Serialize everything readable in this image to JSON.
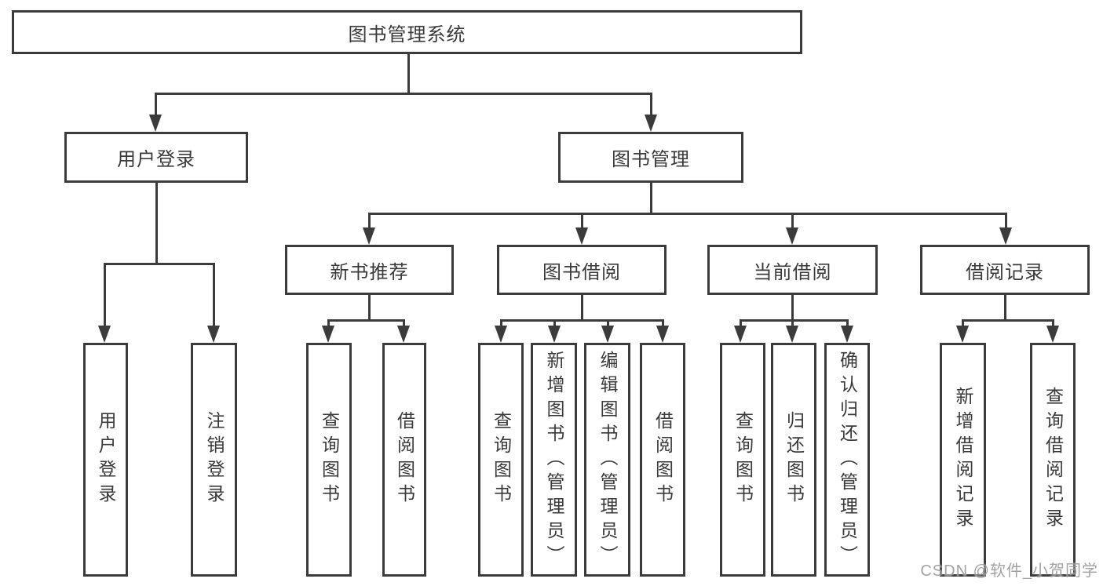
{
  "colors": {
    "stroke": "#3b3b3b",
    "text": "#3a3a3a",
    "watermark": "#9b9b9b",
    "background": "#ffffff"
  },
  "watermark": "CSDN @软件_小贺同学",
  "tree": {
    "label": "图书管理系统",
    "children": [
      {
        "label": "用户登录",
        "children": [
          {
            "label": "用户登录"
          },
          {
            "label": "注销登录"
          }
        ]
      },
      {
        "label": "图书管理",
        "children": [
          {
            "label": "新书推荐",
            "children": [
              {
                "label": "查询图书"
              },
              {
                "label": "借阅图书"
              }
            ]
          },
          {
            "label": "图书借阅",
            "children": [
              {
                "label": "查询图书"
              },
              {
                "label": "新增图书（管理员）"
              },
              {
                "label": "编辑图书（管理员）"
              },
              {
                "label": "借阅图书"
              }
            ]
          },
          {
            "label": "当前借阅",
            "children": [
              {
                "label": "查询图书"
              },
              {
                "label": "归还图书"
              },
              {
                "label": "确认归还（管理员）"
              }
            ]
          },
          {
            "label": "借阅记录",
            "children": [
              {
                "label": "新增借阅记录"
              },
              {
                "label": "查询借阅记录"
              }
            ]
          }
        ]
      }
    ]
  }
}
